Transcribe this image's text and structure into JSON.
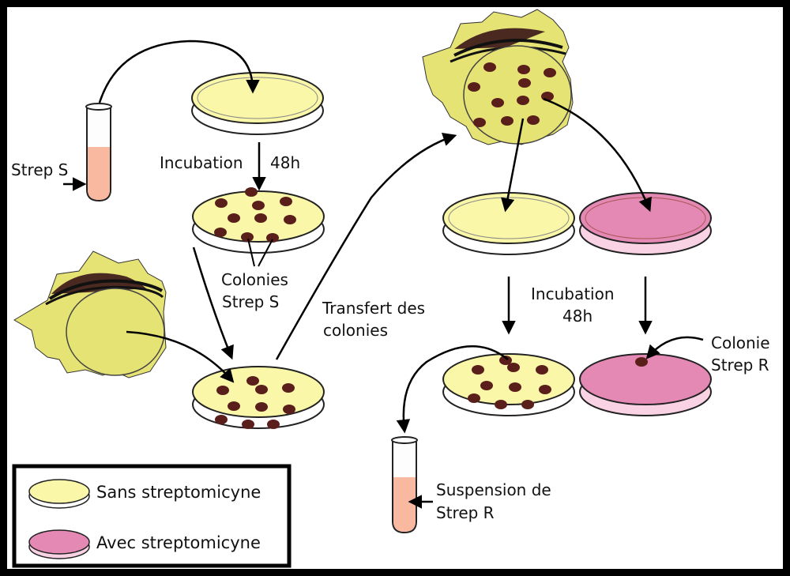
{
  "labels": {
    "strep_s": "Strep S",
    "incubation_1": "Incubation",
    "incubation_1_time": "48h",
    "colonies_line1": "Colonies",
    "colonies_line2": "Strep S",
    "transfert_line1": "Transfert des",
    "transfert_line2": "colonies",
    "incubation_2": "Incubation",
    "incubation_2_time": "48h",
    "colonie_line1": "Colonie",
    "colonie_line2": "Strep R",
    "suspension_line1": "Suspension de",
    "suspension_line2": "Strep R"
  },
  "legend": {
    "items": [
      {
        "label": "Sans streptomicyne",
        "color": "#faf8a8"
      },
      {
        "label": "Avec streptomicyne",
        "color": "#e489b4"
      }
    ]
  },
  "colors": {
    "agar_plain": "#faf8a8",
    "agar_strep": "#e489b4",
    "colony": "#5a1f1a",
    "tube_liquid": "#f9b9a0",
    "velvet": "#e6e375",
    "background": "#ffffff",
    "frame": "#000000"
  }
}
